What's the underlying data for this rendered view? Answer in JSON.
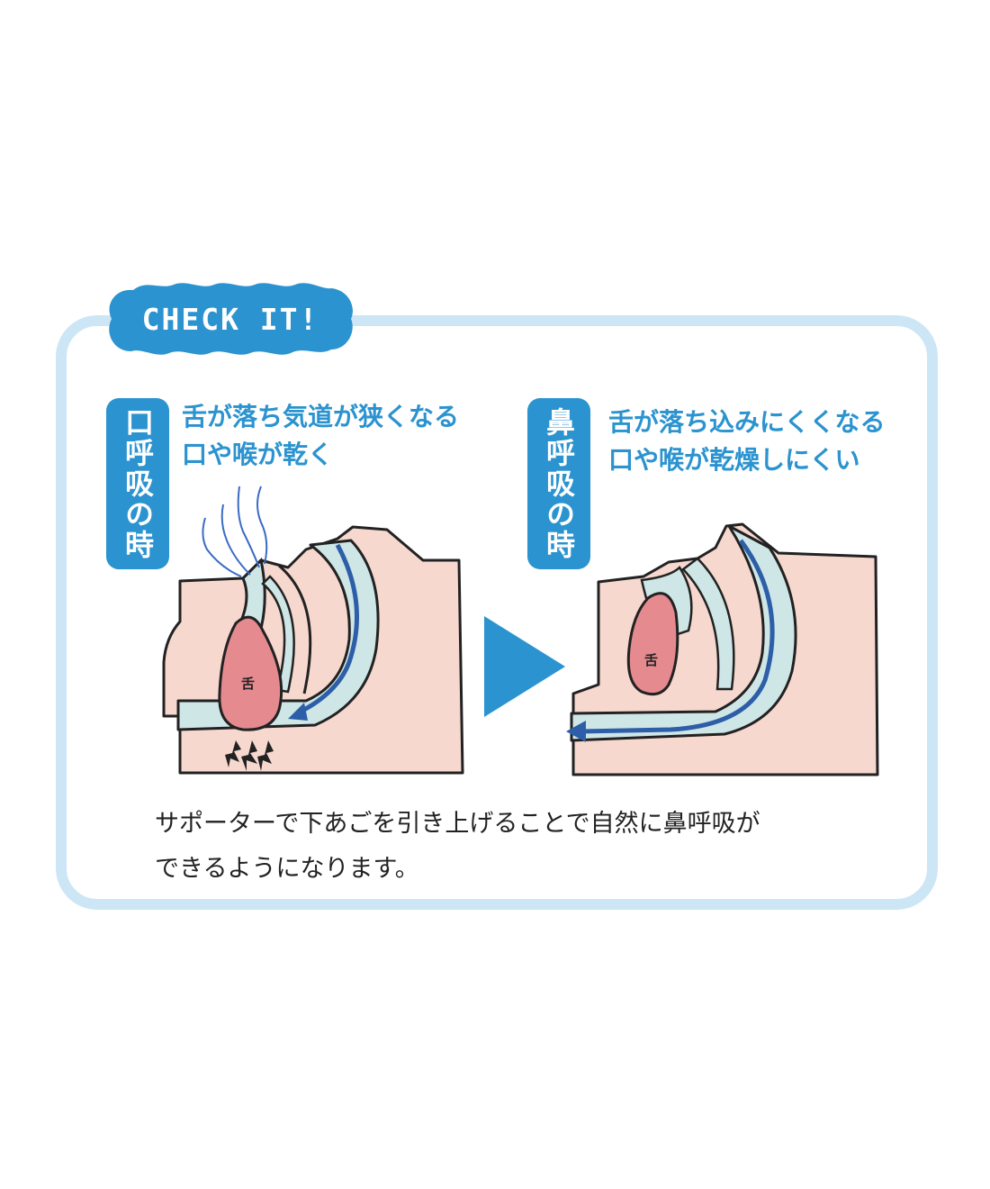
{
  "badge": {
    "text": "CHECK IT!"
  },
  "left_panel": {
    "label": "口呼吸の時",
    "notes": [
      "舌が落ち気道が狭くなる",
      "口や喉が乾く"
    ],
    "tongue_label": "舌"
  },
  "right_panel": {
    "label": "鼻呼吸の時",
    "notes": [
      "舌が落ち込みにくくなる",
      "口や喉が乾燥しにくい"
    ],
    "tongue_label": "舌"
  },
  "caption": [
    "サポーターで下あごを引き上げることで自然に鼻呼吸が",
    "できるようになります。"
  ],
  "colors": {
    "accent": "#2b93cf",
    "frame": "#cde6f6",
    "skin": "#f6d8cf",
    "airway": "#cfe6e6",
    "tongue": "#e58a8f",
    "arrow": "#2d5ea8"
  }
}
